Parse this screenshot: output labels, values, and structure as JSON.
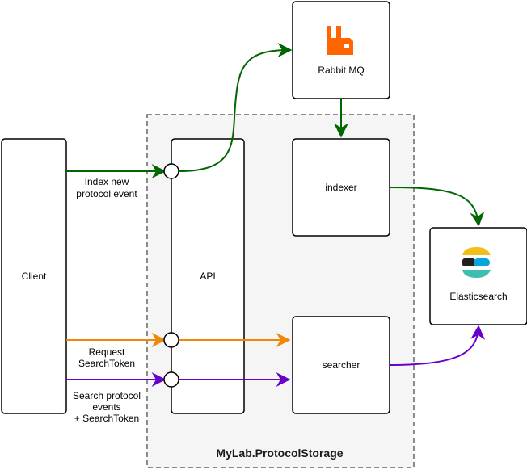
{
  "nodes": {
    "client": "Client",
    "api": "API",
    "rabbit": "Rabbit MQ",
    "indexer": "indexer",
    "searcher": "searcher",
    "elastic": "Elasticsearch"
  },
  "group_title": "MyLab.ProtocolStorage",
  "edges": {
    "index_line1": "Index new",
    "index_line2": "protocol event",
    "request_line1": "Request",
    "request_line2": "SearchToken",
    "search_line1": "Search protocol",
    "search_line2": "events",
    "search_line3": "+ SearchToken"
  },
  "colors": {
    "green": "#006600",
    "orange": "#f08705",
    "purple": "#6a00cc",
    "rabbit": "#ff6600",
    "group_fill": "#f5f5f5",
    "group_border": "#666666"
  },
  "icons": {
    "rabbit": "rabbitmq-logo-icon",
    "elastic": "elasticsearch-logo-icon"
  }
}
